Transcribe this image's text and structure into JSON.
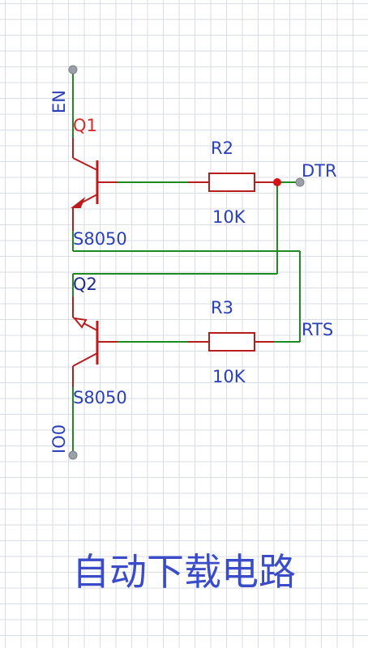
{
  "colors": {
    "wire": "#1f8a1f",
    "component": "#b81d1d",
    "junction": "#d41414",
    "pin_end": "#9aa0a6",
    "net_label": "#2b3fb8",
    "ref_label": "#d42a2a",
    "title": "#3a4cc8"
  },
  "labels": {
    "en": "EN",
    "q1": "Q1",
    "q1_part": "S8050",
    "q2": "Q2",
    "q2_part": "S8050",
    "r2": "R2",
    "r2_value": "10K",
    "r3": "R3",
    "r3_value": "10K",
    "dtr": "DTR",
    "rts": "RTS",
    "io0": "IO0"
  },
  "title": "自动下载电路"
}
